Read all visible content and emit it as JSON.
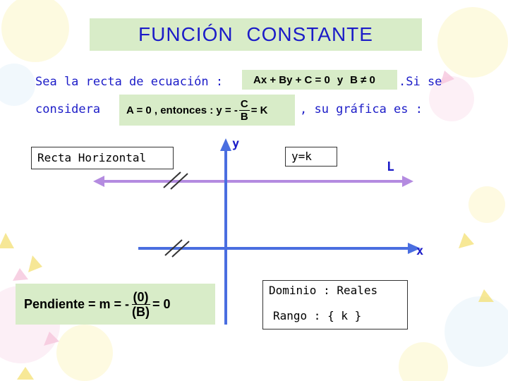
{
  "title": "FUNCIÓN  CONSTANTE",
  "intro_text": "Sea la recta de ecuación :",
  "equation": {
    "part1": "Ax + By + C = 0",
    "connector": "y",
    "part2": "B ≠ 0"
  },
  "after_equation": ".Si se",
  "considera_text": "considera",
  "condition": {
    "prefix": "A = 0 , entonces : y = -",
    "frac_num": "C",
    "frac_den": "B",
    "suffix": "= K"
  },
  "graph_text": ", su gráfica es :",
  "recta_label": "Recta Horizontal",
  "axis_y_label": "y",
  "axis_x_label": "x",
  "line_equation": "y=k",
  "line_name": "L",
  "pendiente": {
    "prefix": "Pendiente = m = -",
    "frac_num": "(0)",
    "frac_den": "(B)",
    "suffix": "= 0"
  },
  "dominio": "Dominio : Reales",
  "rango": "Rango  : { k }",
  "colors": {
    "title_text": "#1c1cc8",
    "formula_bg": "#d8ecc8",
    "axis": "#4a6ee0",
    "line_L": "#b48be0"
  }
}
